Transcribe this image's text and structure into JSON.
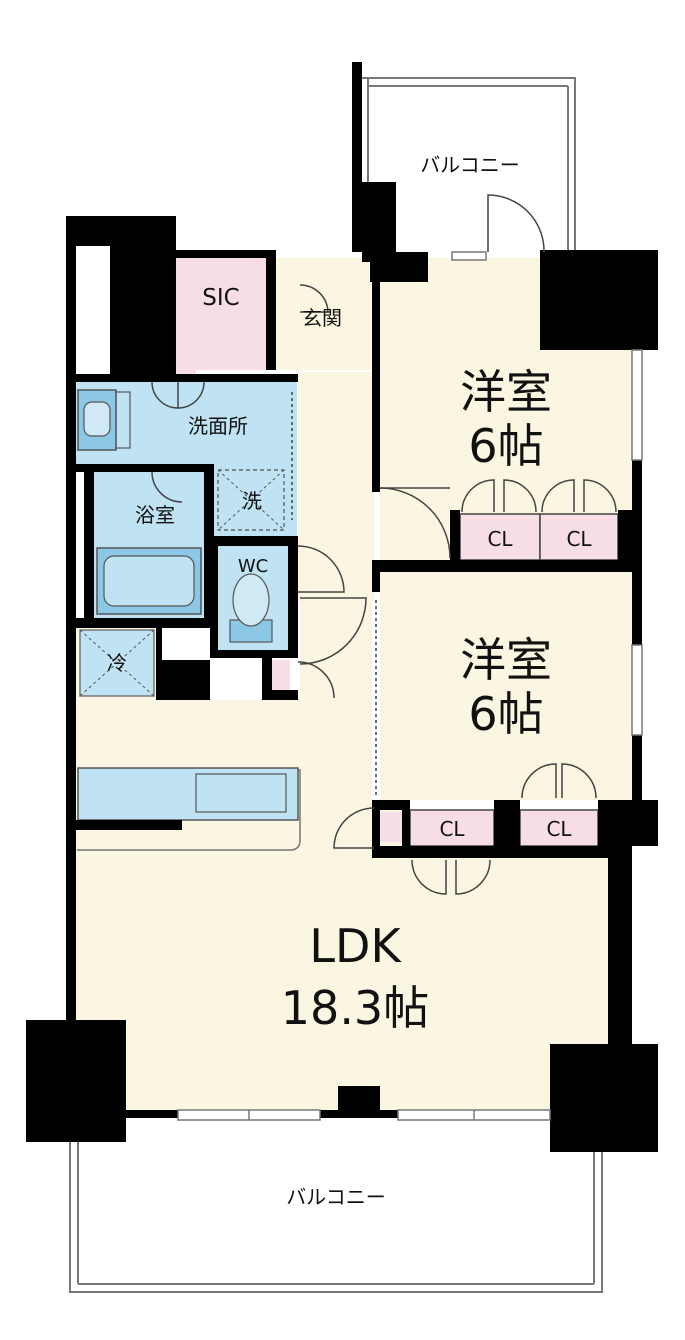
{
  "colors": {
    "wall": "#000000",
    "living_floor": "#fbf6e1",
    "wet_area": "#bfe3f3",
    "storage": "#f7dde8",
    "fixture": "#8cc8e6",
    "outline": "#777777"
  },
  "rooms": {
    "balcony_top": "バルコニー",
    "sic": "SIC",
    "entrance": "玄関",
    "bedroom1": {
      "name": "洋室",
      "size": "6帖"
    },
    "washroom": "洗面所",
    "bath": "浴室",
    "laundry": "洗",
    "wc": "WC",
    "fridge": "冷",
    "bedroom2": {
      "name": "洋室",
      "size": "6帖"
    },
    "closets": [
      "CL",
      "CL",
      "CL",
      "CL"
    ],
    "ldk": {
      "name": "LDK",
      "size": "18.3帖"
    },
    "balcony_bottom": "バルコニー"
  }
}
